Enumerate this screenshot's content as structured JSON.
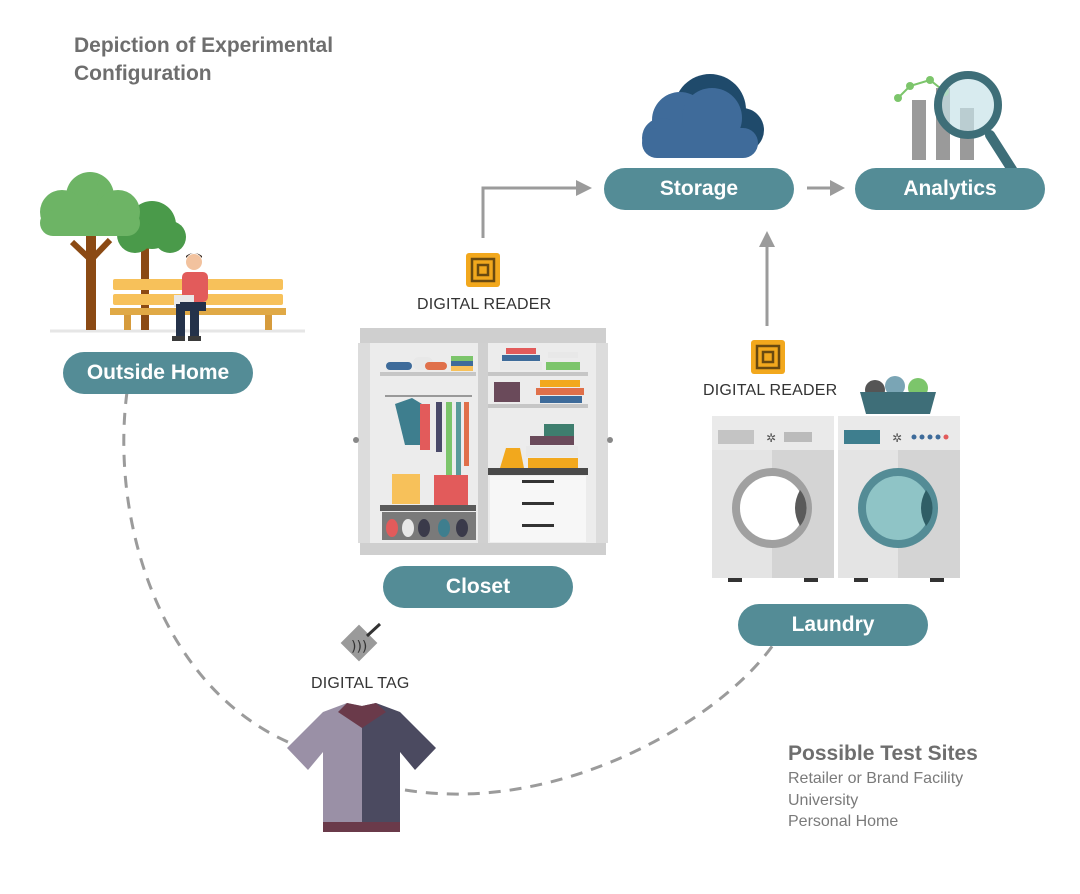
{
  "title": "Depiction of Experimental Configuration",
  "nodes": {
    "storage": "Storage",
    "analytics": "Analytics",
    "outside_home": "Outside Home",
    "closet": "Closet",
    "laundry": "Laundry"
  },
  "labels": {
    "reader_closet": "DIGITAL READER",
    "reader_laundry": "DIGITAL READER",
    "tag": "DIGITAL TAG"
  },
  "test_sites": {
    "heading": "Possible Test Sites",
    "items": [
      "Retailer or Brand Facility",
      "University",
      "Personal Home"
    ]
  },
  "colors": {
    "pill": "#548c96",
    "arrow": "#9b9b9b",
    "cloud_dark": "#1f4a6b",
    "cloud_light": "#3f6b9a",
    "tree_light": "#6db465",
    "tree_dark": "#4a9a4a",
    "trunk": "#8b4a14",
    "bench": "#f7c15a",
    "reader_chip": "#f2a81d",
    "shirt_light": "#9a90a6",
    "shirt_dark": "#4b4a60"
  }
}
